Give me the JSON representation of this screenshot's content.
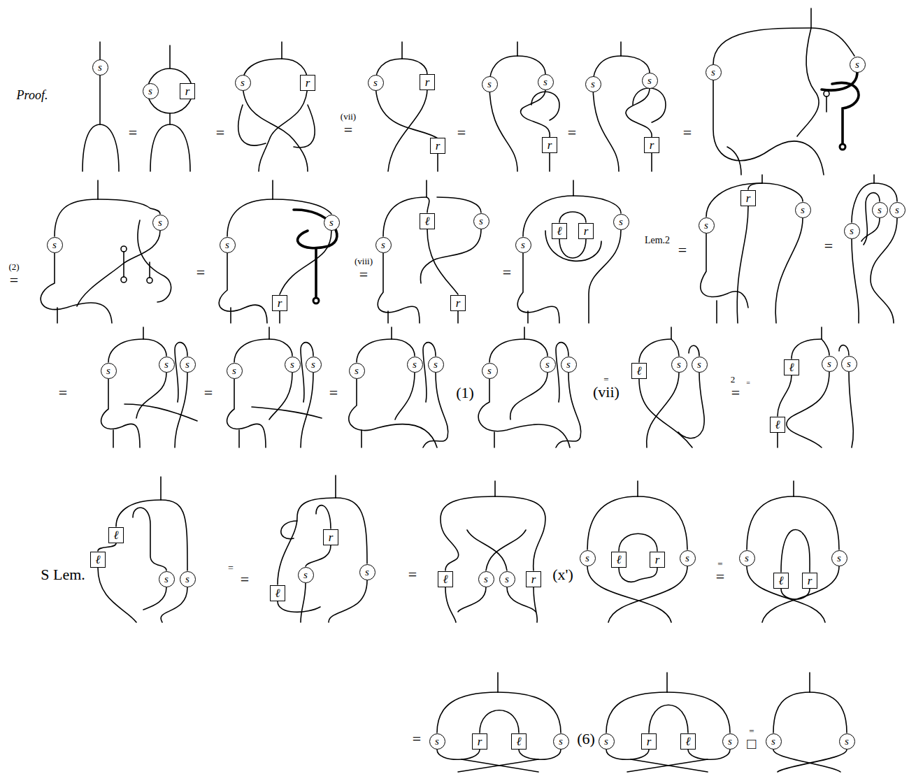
{
  "diagram": {
    "nodes": [
      {
        "text": [
          "s"
        ]
      },
      {
        "text": [
          "s"
        ]
      },
      {
        "text": [
          "r"
        ]
      },
      {
        "text": [
          "s"
        ]
      },
      {
        "text": [
          "r"
        ]
      },
      {
        "text": [
          "s"
        ]
      },
      {
        "text": [
          "r"
        ]
      },
      {
        "text": [
          "r"
        ]
      },
      {
        "text": [
          "s"
        ]
      },
      {
        "text": [
          "s"
        ]
      },
      {
        "text": [
          "r"
        ]
      },
      {
        "text": [
          "s"
        ]
      },
      {
        "text": [
          "s"
        ]
      },
      {
        "text": [
          "r"
        ]
      },
      {
        "text": [
          "s"
        ]
      },
      {
        "text": [
          "s"
        ]
      },
      {
        "text": [
          "s"
        ]
      },
      {
        "text": [
          "s"
        ]
      },
      {
        "text": [
          "s"
        ]
      },
      {
        "text": [
          "s"
        ]
      },
      {
        "text": [
          "r"
        ]
      },
      {
        "text": [
          "s"
        ]
      },
      {
        "text": [
          "ℓ"
        ]
      },
      {
        "text": [
          "s"
        ]
      },
      {
        "text": [
          "r"
        ]
      },
      {
        "text": [
          "s"
        ]
      },
      {
        "text": [
          "ℓ"
        ]
      },
      {
        "text": [
          "r"
        ]
      },
      {
        "text": [
          "s"
        ]
      },
      {
        "text": [
          "r"
        ]
      },
      {
        "text": [
          "s"
        ]
      },
      {
        "text": [
          "s"
        ]
      },
      {
        "text": [
          "s"
        ]
      },
      {
        "text": [
          "s"
        ]
      },
      {
        "text": [
          "s"
        ]
      },
      {
        "text": [
          "s"
        ]
      },
      {
        "text": [
          "s"
        ]
      },
      {
        "text": [
          "s"
        ]
      },
      {
        "text": [
          "s"
        ]
      },
      {
        "text": [
          "s"
        ]
      },
      {
        "text": [
          "s"
        ]
      },
      {
        "text": [
          "s"
        ]
      },
      {
        "text": [
          "s"
        ]
      },
      {
        "text": [
          "s"
        ]
      },
      {
        "text": [
          "s"
        ]
      },
      {
        "text": [
          "s"
        ]
      },
      {
        "text": [
          "s"
        ]
      },
      {
        "text": [
          "ℓ"
        ]
      },
      {
        "text": [
          "s"
        ]
      },
      {
        "text": [
          "s"
        ]
      },
      {
        "text": [
          "ℓ"
        ]
      },
      {
        "text": [
          "s"
        ]
      },
      {
        "text": [
          "s"
        ]
      },
      {
        "text": [
          "ℓ"
        ]
      },
      {
        "text": [
          "ℓ"
        ]
      },
      {
        "text": [
          "ℓ"
        ]
      },
      {
        "text": [
          "s"
        ]
      },
      {
        "text": [
          "s"
        ]
      },
      {
        "text": [
          "r"
        ]
      },
      {
        "text": [
          "s"
        ]
      },
      {
        "text": [
          "s"
        ]
      },
      {
        "text": [
          "ℓ"
        ]
      },
      {
        "text": [
          "ℓ"
        ]
      },
      {
        "text": [
          "s"
        ]
      },
      {
        "text": [
          "s"
        ]
      },
      {
        "text": [
          "r"
        ]
      },
      {
        "text": [
          "s"
        ]
      },
      {
        "text": [
          "ℓ"
        ]
      },
      {
        "text": [
          "r"
        ]
      },
      {
        "text": [
          "s"
        ]
      },
      {
        "text": [
          "s"
        ]
      },
      {
        "text": [
          "ℓ"
        ]
      },
      {
        "text": [
          "r"
        ]
      },
      {
        "text": [
          "s"
        ]
      },
      {
        "text": [
          "s"
        ]
      },
      {
        "text": [
          "r"
        ]
      },
      {
        "text": [
          "ℓ"
        ]
      },
      {
        "text": [
          "s"
        ]
      },
      {
        "text": [
          "s"
        ]
      },
      {
        "text": [
          "r"
        ]
      },
      {
        "text": [
          "ℓ"
        ]
      },
      {
        "text": [
          "s"
        ]
      },
      {
        "text": [
          "s"
        ]
      },
      {
        "text": [
          "s"
        ]
      }
    ],
    "labels": [
      "Proof.",
      "=",
      "=",
      "(vii)",
      "=",
      "=",
      "=",
      "=",
      "(2)",
      "=",
      "=",
      "(viii)",
      "=",
      "=",
      "Lem.2",
      "=",
      "=",
      "=",
      "=",
      "=",
      "(1)",
      "=",
      "(vii)",
      "2",
      "=",
      "=",
      "S Lem.",
      "=",
      "=",
      "=",
      "(x')",
      "=",
      "=",
      "=",
      "(6)",
      "=",
      "□"
    ]
  }
}
